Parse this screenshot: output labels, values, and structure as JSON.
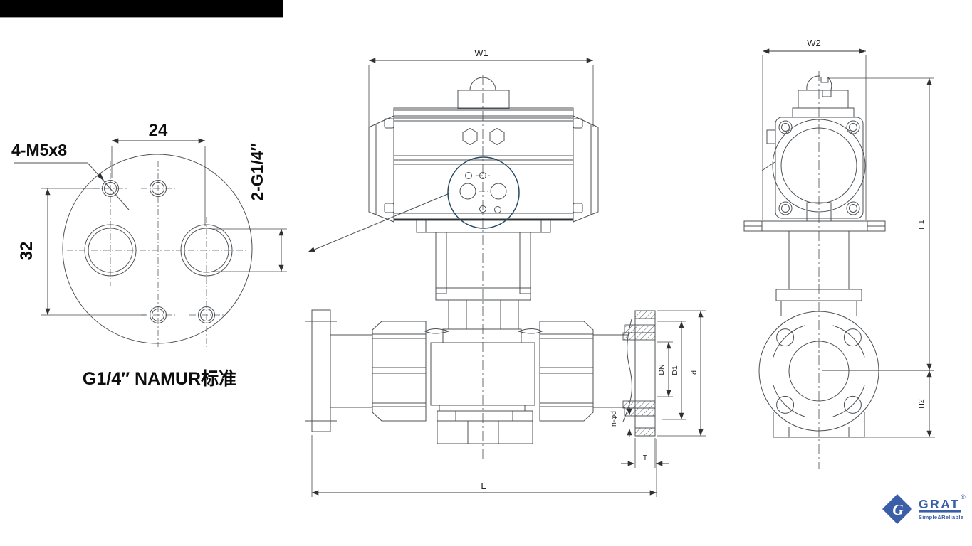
{
  "views": {
    "namur_detail": {
      "dim_horizontal": "24",
      "dim_vertical": "32",
      "thread_callout": "4-M5x8",
      "air_port_callout": "2-G1/4″",
      "caption": "G1/4″ NAMUR标准"
    },
    "front": {
      "dim_actuator_width": "W1",
      "dim_overall_length": "L",
      "dim_nominal_bore": "DN",
      "dim_bolt_circle": "D1",
      "dim_flange_od": "d",
      "dim_bolt_holes": "n-φd",
      "dim_flange_thickness": "T"
    },
    "side": {
      "dim_actuator_depth": "W2",
      "dim_height_above_center": "H1",
      "dim_height_below_center": "H2"
    }
  },
  "logo": {
    "brand": "GRAT",
    "registered": "®",
    "tagline": "Simple&Reliable",
    "monogram": "G",
    "color": "#3a5ea8"
  },
  "colors": {
    "line": "#4c5054",
    "detail_circle": "#274a62",
    "top_bar": "#000000"
  }
}
